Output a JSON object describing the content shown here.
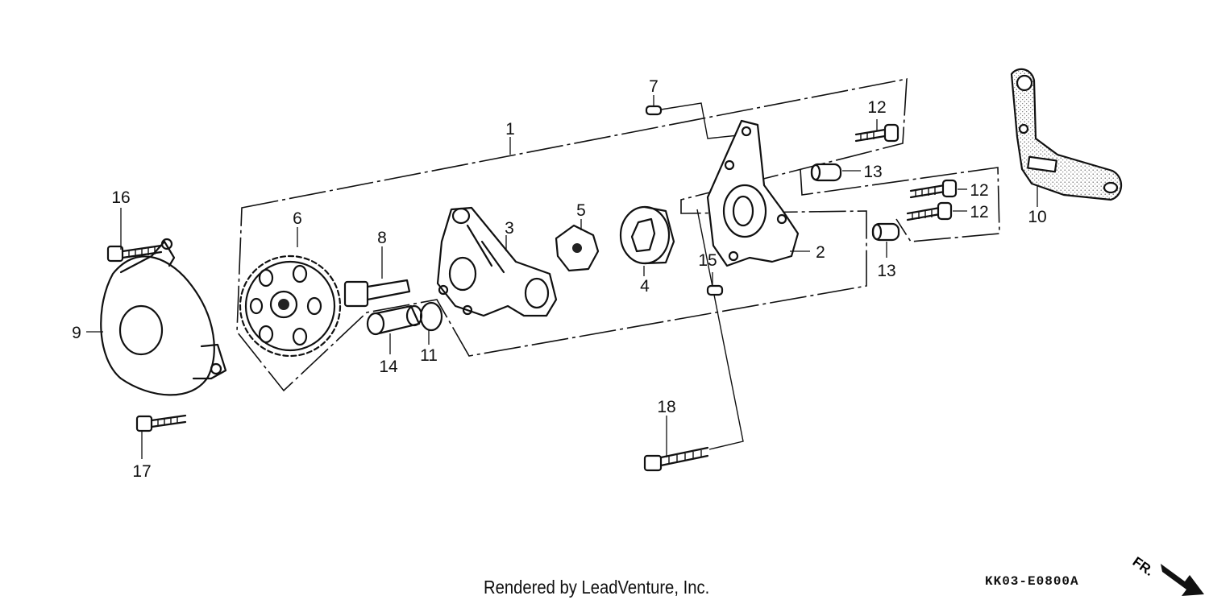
{
  "diagram": {
    "callouts": {
      "c1": "1",
      "c2": "2",
      "c3": "3",
      "c4": "4",
      "c5": "5",
      "c6": "6",
      "c7": "7",
      "c8": "8",
      "c9": "9",
      "c10": "10",
      "c11": "11",
      "c12a": "12",
      "c12b": "12",
      "c12c": "12",
      "c13a": "13",
      "c13b": "13",
      "c14": "14",
      "c15": "15",
      "c16": "16",
      "c17": "17",
      "c18": "18"
    },
    "direction_marker": "FR.",
    "diagram_code": "KK03-E0800A",
    "credit": "Rendered by LeadVenture, Inc."
  }
}
